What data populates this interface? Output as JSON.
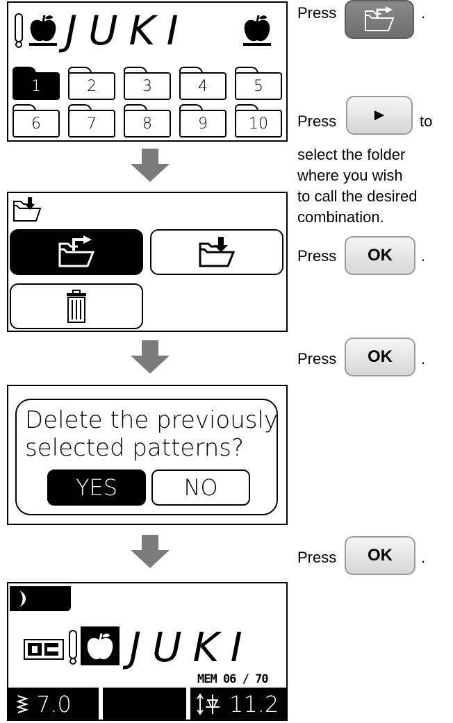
{
  "panel1": {
    "title": "JUKI",
    "folders_row1": [
      "1",
      "2",
      "3",
      "4",
      "5"
    ],
    "folders_row2": [
      "6",
      "7",
      "8",
      "9",
      "10"
    ],
    "selected_folder": "1"
  },
  "panel3": {
    "question_line1": "Delete the previously",
    "question_line2": "selected patterns?",
    "yes_label": "YES",
    "no_label": "NO"
  },
  "panel4": {
    "title": "JUKI",
    "memory": "MEM 06 / 70",
    "stitch_width": "7.0",
    "stitch_length": "11.2"
  },
  "instructions": {
    "step1_press": "Press",
    "step2_press": "Press",
    "step2_to": "to",
    "step2_line1": "select the folder",
    "step2_line2": "where you wish",
    "step2_line3": "to call the desired",
    "step2_line4": "combination.",
    "step3_press": "Press",
    "step4_press": "Press",
    "step5_press": "Press",
    "ok_label": "OK",
    "arrow_key_glyph": "►",
    "period": "."
  },
  "colors": {
    "arrow": "#7b7b7b",
    "key_border": "#9a9a9a",
    "lcd_ink": "#000000"
  }
}
